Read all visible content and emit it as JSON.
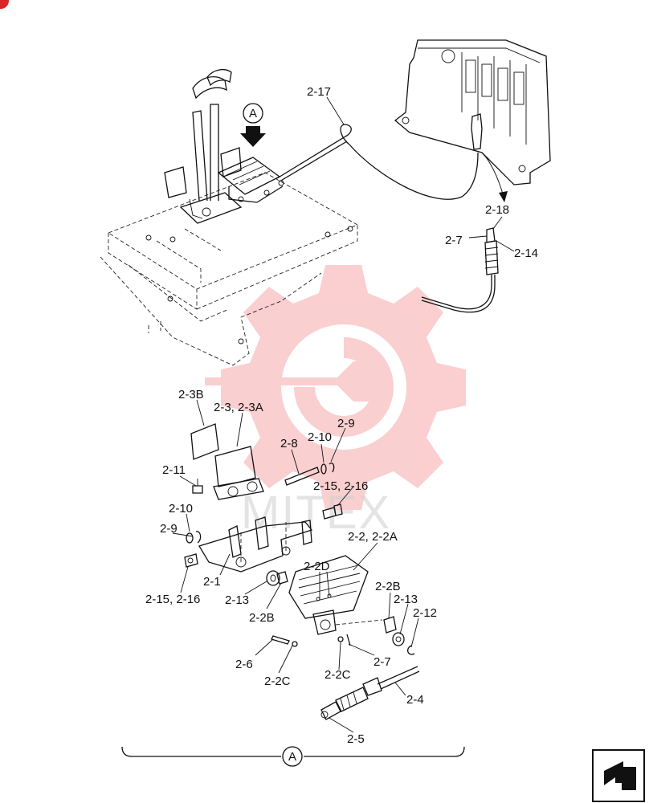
{
  "diagram": {
    "view_marker": "A",
    "section_marker": "A",
    "watermark_text": "MITEX",
    "labels": [
      {
        "id": "2-17",
        "text": "2-17"
      },
      {
        "id": "2-18",
        "text": "2-18"
      },
      {
        "id": "2-7-top",
        "text": "2-7"
      },
      {
        "id": "2-14",
        "text": "2-14"
      },
      {
        "id": "2-3B",
        "text": "2-3B"
      },
      {
        "id": "2-3",
        "text": "2-3, 2-3A"
      },
      {
        "id": "2-8",
        "text": "2-8"
      },
      {
        "id": "2-10-a",
        "text": "2-10"
      },
      {
        "id": "2-9-a",
        "text": "2-9"
      },
      {
        "id": "2-11",
        "text": "2-11"
      },
      {
        "id": "2-15-a",
        "text": "2-15, 2-16"
      },
      {
        "id": "2-10-b",
        "text": "2-10"
      },
      {
        "id": "2-9-b",
        "text": "2-9"
      },
      {
        "id": "2-2",
        "text": "2-2, 2-2A"
      },
      {
        "id": "2-2D",
        "text": "2-2D"
      },
      {
        "id": "2-1",
        "text": "2-1"
      },
      {
        "id": "2-15-b",
        "text": "2-15, 2-16"
      },
      {
        "id": "2-13-a",
        "text": "2-13"
      },
      {
        "id": "2-2B-a",
        "text": "2-2B"
      },
      {
        "id": "2-2B-b",
        "text": "2-2B"
      },
      {
        "id": "2-13-b",
        "text": "2-13"
      },
      {
        "id": "2-12",
        "text": "2-12"
      },
      {
        "id": "2-6",
        "text": "2-6"
      },
      {
        "id": "2-2C-a",
        "text": "2-2C"
      },
      {
        "id": "2-2C-b",
        "text": "2-2C"
      },
      {
        "id": "2-7-bot",
        "text": "2-7"
      },
      {
        "id": "2-4",
        "text": "2-4"
      },
      {
        "id": "2-5",
        "text": "2-5"
      }
    ]
  },
  "nav": {
    "icon": "return-arrow-icon"
  },
  "colors": {
    "watermark": "#f7a8aa",
    "badge": "#d9252a",
    "ink": "#111111"
  }
}
